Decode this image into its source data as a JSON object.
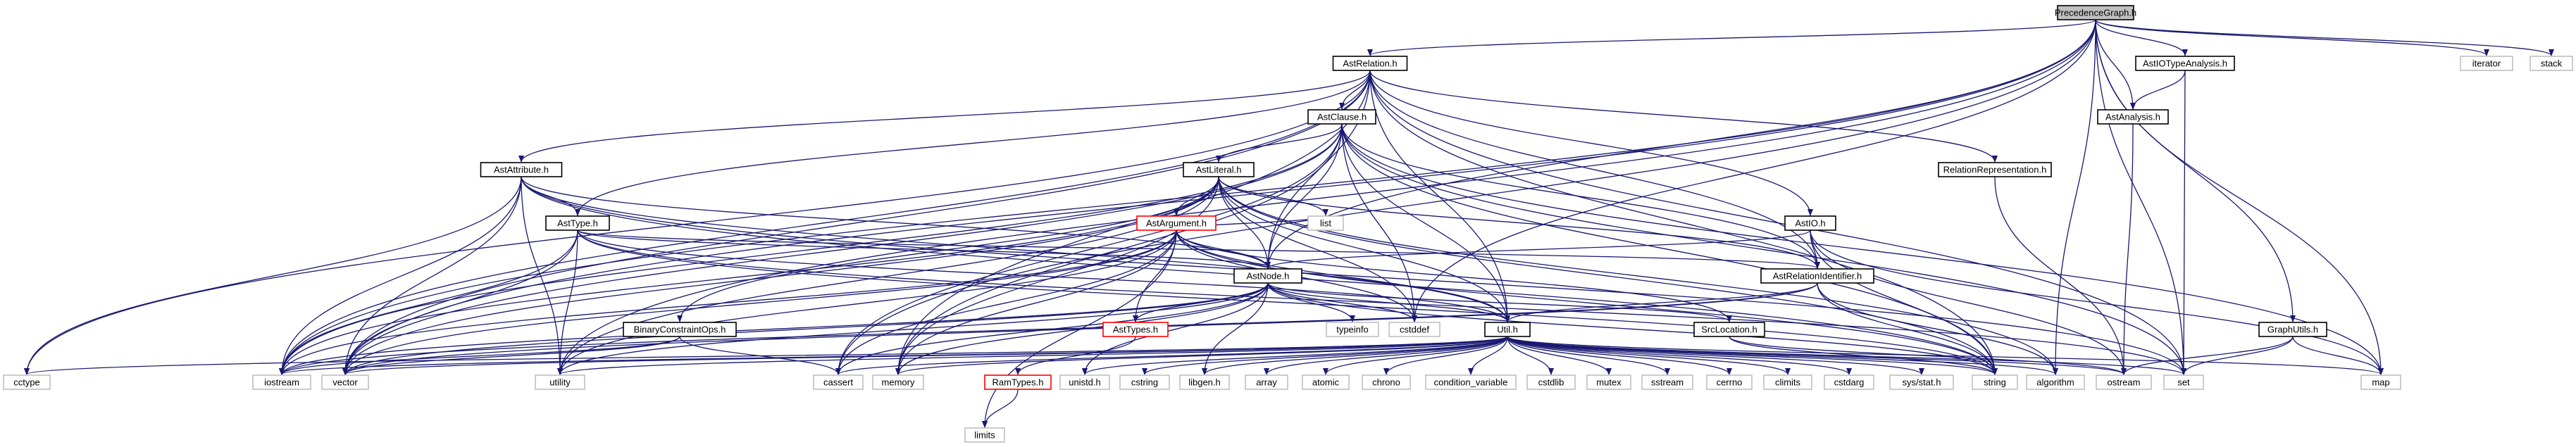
{
  "colors": {
    "root_fill": "#bfbfbf",
    "node_stroke": "#000000",
    "leaf_stroke": "#bfbfbf",
    "red_stroke": "#ff0000",
    "edge": "#191970"
  },
  "nodes": [
    {
      "id": "PrecedenceGraph",
      "label": "PrecedenceGraph.h",
      "kind": "root"
    },
    {
      "id": "AstRelation",
      "label": "AstRelation.h",
      "kind": "normal"
    },
    {
      "id": "AstIOTypeAnalysis",
      "label": "AstIOTypeAnalysis.h",
      "kind": "normal"
    },
    {
      "id": "AstAnalysis",
      "label": "AstAnalysis.h",
      "kind": "normal"
    },
    {
      "id": "AstClause",
      "label": "AstClause.h",
      "kind": "normal"
    },
    {
      "id": "AstAttribute",
      "label": "AstAttribute.h",
      "kind": "normal"
    },
    {
      "id": "AstLiteral",
      "label": "AstLiteral.h",
      "kind": "normal"
    },
    {
      "id": "RelationRepresentation",
      "label": "RelationRepresentation.h",
      "kind": "normal"
    },
    {
      "id": "AstType",
      "label": "AstType.h",
      "kind": "normal"
    },
    {
      "id": "AstArgument",
      "label": "AstArgument.h",
      "kind": "red"
    },
    {
      "id": "AstIO",
      "label": "AstIO.h",
      "kind": "normal"
    },
    {
      "id": "AstNode",
      "label": "AstNode.h",
      "kind": "normal"
    },
    {
      "id": "AstRelationIdentifier",
      "label": "AstRelationIdentifier.h",
      "kind": "normal"
    },
    {
      "id": "BinaryConstraintOps",
      "label": "BinaryConstraintOps.h",
      "kind": "normal"
    },
    {
      "id": "AstTypes",
      "label": "AstTypes.h",
      "kind": "red"
    },
    {
      "id": "Util",
      "label": "Util.h",
      "kind": "normal"
    },
    {
      "id": "SrcLocation",
      "label": "SrcLocation.h",
      "kind": "normal"
    },
    {
      "id": "GraphUtils",
      "label": "GraphUtils.h",
      "kind": "normal"
    },
    {
      "id": "RamTypes",
      "label": "RamTypes.h",
      "kind": "red"
    },
    {
      "id": "iterator",
      "label": "iterator",
      "kind": "leaf"
    },
    {
      "id": "stack",
      "label": "stack",
      "kind": "leaf"
    },
    {
      "id": "list",
      "label": "list",
      "kind": "leaf"
    },
    {
      "id": "typeinfo",
      "label": "typeinfo",
      "kind": "leaf"
    },
    {
      "id": "cstddef",
      "label": "cstddef",
      "kind": "leaf"
    },
    {
      "id": "cctype",
      "label": "cctype",
      "kind": "leaf"
    },
    {
      "id": "iostream",
      "label": "iostream",
      "kind": "leaf"
    },
    {
      "id": "vector",
      "label": "vector",
      "kind": "leaf"
    },
    {
      "id": "utility",
      "label": "utility",
      "kind": "leaf"
    },
    {
      "id": "cassert",
      "label": "cassert",
      "kind": "leaf"
    },
    {
      "id": "memory",
      "label": "memory",
      "kind": "leaf"
    },
    {
      "id": "unistd",
      "label": "unistd.h",
      "kind": "leaf"
    },
    {
      "id": "cstring",
      "label": "cstring",
      "kind": "leaf"
    },
    {
      "id": "libgen",
      "label": "libgen.h",
      "kind": "leaf"
    },
    {
      "id": "array",
      "label": "array",
      "kind": "leaf"
    },
    {
      "id": "atomic",
      "label": "atomic",
      "kind": "leaf"
    },
    {
      "id": "chrono",
      "label": "chrono",
      "kind": "leaf"
    },
    {
      "id": "condvar",
      "label": "condition_variable",
      "kind": "leaf"
    },
    {
      "id": "cstdlib",
      "label": "cstdlib",
      "kind": "leaf"
    },
    {
      "id": "mutex",
      "label": "mutex",
      "kind": "leaf"
    },
    {
      "id": "sstream",
      "label": "sstream",
      "kind": "leaf"
    },
    {
      "id": "cerrno",
      "label": "cerrno",
      "kind": "leaf"
    },
    {
      "id": "climits",
      "label": "climits",
      "kind": "leaf"
    },
    {
      "id": "cstdarg",
      "label": "cstdarg",
      "kind": "leaf"
    },
    {
      "id": "sysstat",
      "label": "sys/stat.h",
      "kind": "leaf"
    },
    {
      "id": "string",
      "label": "string",
      "kind": "leaf"
    },
    {
      "id": "algorithm",
      "label": "algorithm",
      "kind": "leaf"
    },
    {
      "id": "ostream",
      "label": "ostream",
      "kind": "leaf"
    },
    {
      "id": "set",
      "label": "set",
      "kind": "leaf"
    },
    {
      "id": "map",
      "label": "map",
      "kind": "leaf"
    },
    {
      "id": "limits",
      "label": "limits",
      "kind": "leaf"
    }
  ],
  "edges": [
    [
      "PrecedenceGraph",
      "AstRelation"
    ],
    [
      "PrecedenceGraph",
      "AstIOTypeAnalysis"
    ],
    [
      "PrecedenceGraph",
      "AstAnalysis"
    ],
    [
      "PrecedenceGraph",
      "GraphUtils"
    ],
    [
      "PrecedenceGraph",
      "iterator"
    ],
    [
      "PrecedenceGraph",
      "stack"
    ],
    [
      "PrecedenceGraph",
      "vector"
    ],
    [
      "PrecedenceGraph",
      "iostream"
    ],
    [
      "PrecedenceGraph",
      "utility"
    ],
    [
      "PrecedenceGraph",
      "cassert"
    ],
    [
      "PrecedenceGraph",
      "set"
    ],
    [
      "PrecedenceGraph",
      "map"
    ],
    [
      "PrecedenceGraph",
      "algorithm"
    ],
    [
      "PrecedenceGraph",
      "cstddef"
    ],
    [
      "PrecedenceGraph",
      "AstNode"
    ],
    [
      "AstIOTypeAnalysis",
      "AstAnalysis"
    ],
    [
      "AstIOTypeAnalysis",
      "set"
    ],
    [
      "AstAnalysis",
      "ostream"
    ],
    [
      "AstRelation",
      "AstClause"
    ],
    [
      "AstRelation",
      "AstAttribute"
    ],
    [
      "AstRelation",
      "AstType"
    ],
    [
      "AstRelation",
      "AstIO"
    ],
    [
      "AstRelation",
      "AstNode"
    ],
    [
      "AstRelation",
      "AstRelationIdentifier"
    ],
    [
      "AstRelation",
      "RelationRepresentation"
    ],
    [
      "AstRelation",
      "Util"
    ],
    [
      "AstRelation",
      "cctype"
    ],
    [
      "AstRelation",
      "iostream"
    ],
    [
      "AstRelation",
      "vector"
    ],
    [
      "AstRelation",
      "memory"
    ],
    [
      "AstRelation",
      "string"
    ],
    [
      "AstRelation",
      "set"
    ],
    [
      "AstClause",
      "AstLiteral"
    ],
    [
      "AstClause",
      "AstNode"
    ],
    [
      "AstClause",
      "AstRelationIdentifier"
    ],
    [
      "AstClause",
      "Util"
    ],
    [
      "AstClause",
      "cassert"
    ],
    [
      "AstClause",
      "memory"
    ],
    [
      "AstClause",
      "cstddef"
    ],
    [
      "AstClause",
      "vector"
    ],
    [
      "AstClause",
      "iostream"
    ],
    [
      "AstClause",
      "string"
    ],
    [
      "AstClause",
      "map"
    ],
    [
      "AstClause",
      "set"
    ],
    [
      "AstAttribute",
      "AstType"
    ],
    [
      "AstAttribute",
      "AstNode"
    ],
    [
      "AstAttribute",
      "Util"
    ],
    [
      "AstAttribute",
      "cctype"
    ],
    [
      "AstAttribute",
      "iostream"
    ],
    [
      "AstAttribute",
      "vector"
    ],
    [
      "AstAttribute",
      "utility"
    ],
    [
      "AstAttribute",
      "string"
    ],
    [
      "AstAttribute",
      "set"
    ],
    [
      "AstLiteral",
      "AstArgument"
    ],
    [
      "AstLiteral",
      "AstNode"
    ],
    [
      "AstLiteral",
      "AstRelationIdentifier"
    ],
    [
      "AstLiteral",
      "BinaryConstraintOps"
    ],
    [
      "AstLiteral",
      "Util"
    ],
    [
      "AstLiteral",
      "list"
    ],
    [
      "AstLiteral",
      "iostream"
    ],
    [
      "AstLiteral",
      "vector"
    ],
    [
      "AstLiteral",
      "memory"
    ],
    [
      "AstLiteral",
      "string"
    ],
    [
      "AstLiteral",
      "algorithm"
    ],
    [
      "AstLiteral",
      "utility"
    ],
    [
      "AstLiteral",
      "cstddef"
    ],
    [
      "AstType",
      "AstNode"
    ],
    [
      "AstType",
      "Util"
    ],
    [
      "AstType",
      "AstRelationIdentifier"
    ],
    [
      "AstType",
      "iostream"
    ],
    [
      "AstType",
      "vector"
    ],
    [
      "AstType",
      "utility"
    ],
    [
      "AstType",
      "set"
    ],
    [
      "AstType",
      "string"
    ],
    [
      "AstArgument",
      "AstNode"
    ],
    [
      "AstArgument",
      "AstTypes"
    ],
    [
      "AstArgument",
      "Util"
    ],
    [
      "AstArgument",
      "SrcLocation"
    ],
    [
      "AstArgument",
      "list"
    ],
    [
      "AstArgument",
      "memory"
    ],
    [
      "AstArgument",
      "string"
    ],
    [
      "AstArgument",
      "vector"
    ],
    [
      "AstArgument",
      "limits"
    ],
    [
      "AstArgument",
      "cassert"
    ],
    [
      "AstArgument",
      "iostream"
    ],
    [
      "AstArgument",
      "utility"
    ],
    [
      "AstArgument",
      "cstddef"
    ],
    [
      "AstIO",
      "AstNode"
    ],
    [
      "AstIO",
      "AstRelationIdentifier"
    ],
    [
      "AstIO",
      "map"
    ],
    [
      "AstIO",
      "ostream"
    ],
    [
      "AstIO",
      "string"
    ],
    [
      "RelationRepresentation",
      "ostream"
    ],
    [
      "AstNode",
      "SrcLocation"
    ],
    [
      "AstNode",
      "Util"
    ],
    [
      "AstNode",
      "typeinfo"
    ],
    [
      "AstNode",
      "cstddef"
    ],
    [
      "AstNode",
      "AstTypes"
    ],
    [
      "AstNode",
      "cassert"
    ],
    [
      "AstNode",
      "iostream"
    ],
    [
      "AstNode",
      "memory"
    ],
    [
      "AstNode",
      "string"
    ],
    [
      "AstNode",
      "vector"
    ],
    [
      "AstNode",
      "libgen"
    ],
    [
      "AstNode",
      "utility"
    ],
    [
      "AstNode",
      "unistd"
    ],
    [
      "AstRelationIdentifier",
      "Util"
    ],
    [
      "AstRelationIdentifier",
      "iostream"
    ],
    [
      "AstRelationIdentifier",
      "string"
    ],
    [
      "AstRelationIdentifier",
      "vector"
    ],
    [
      "AstRelationIdentifier",
      "algorithm"
    ],
    [
      "BinaryConstraintOps",
      "iostream"
    ],
    [
      "BinaryConstraintOps",
      "cassert"
    ],
    [
      "BinaryConstraintOps",
      "vector"
    ],
    [
      "AstTypes",
      "RamTypes"
    ],
    [
      "RamTypes",
      "limits"
    ],
    [
      "SrcLocation",
      "string"
    ],
    [
      "SrcLocation",
      "ostream"
    ],
    [
      "GraphUtils",
      "set"
    ],
    [
      "GraphUtils",
      "map"
    ],
    [
      "GraphUtils",
      "ostream"
    ],
    [
      "Util",
      "cctype"
    ],
    [
      "Util",
      "iostream"
    ],
    [
      "Util",
      "vector"
    ],
    [
      "Util",
      "utility"
    ],
    [
      "Util",
      "cassert"
    ],
    [
      "Util",
      "memory"
    ],
    [
      "Util",
      "unistd"
    ],
    [
      "Util",
      "cstring"
    ],
    [
      "Util",
      "libgen"
    ],
    [
      "Util",
      "array"
    ],
    [
      "Util",
      "atomic"
    ],
    [
      "Util",
      "chrono"
    ],
    [
      "Util",
      "condvar"
    ],
    [
      "Util",
      "cstdlib"
    ],
    [
      "Util",
      "mutex"
    ],
    [
      "Util",
      "sstream"
    ],
    [
      "Util",
      "cerrno"
    ],
    [
      "Util",
      "climits"
    ],
    [
      "Util",
      "cstdarg"
    ],
    [
      "Util",
      "sysstat"
    ],
    [
      "Util",
      "string"
    ],
    [
      "Util",
      "algorithm"
    ],
    [
      "Util",
      "ostream"
    ],
    [
      "Util",
      "set"
    ],
    [
      "Util",
      "map"
    ]
  ]
}
